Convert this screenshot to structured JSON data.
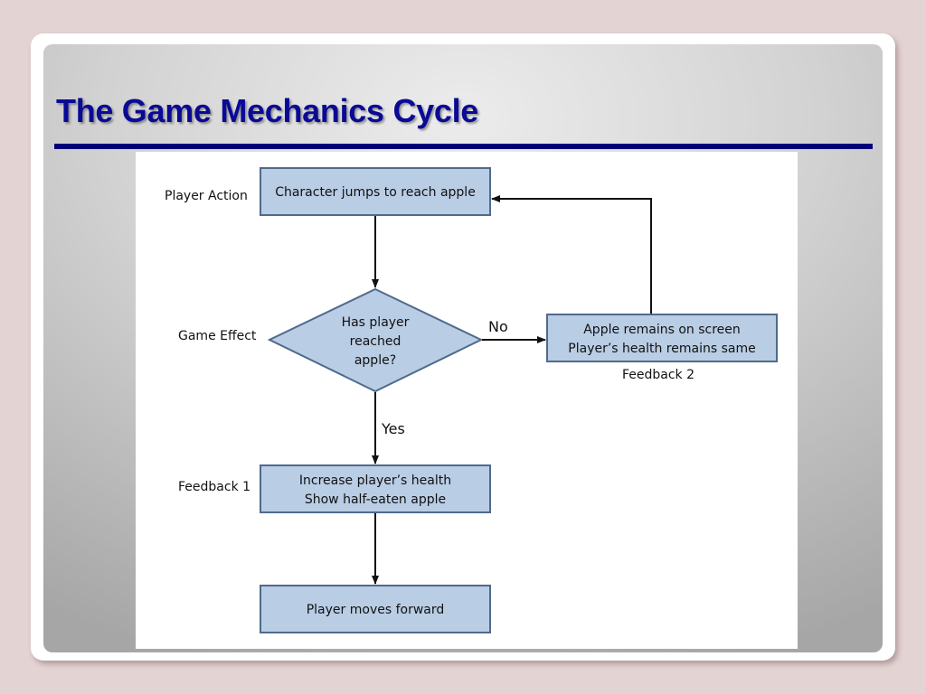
{
  "slide": {
    "title": "The Game Mechanics Cycle"
  },
  "diagram": {
    "row_labels": {
      "player_action": "Player Action",
      "game_effect": "Game Effect",
      "feedback_1": "Feedback 1"
    },
    "nodes": {
      "action": {
        "line1": "Character jumps to reach apple"
      },
      "decision": {
        "line1": "Has player",
        "line2": "reached",
        "line3": "apple?"
      },
      "feedback_no": {
        "line1": "Apple remains on screen",
        "line2": "Player’s health remains same",
        "caption": "Feedback 2"
      },
      "feedback_yes": {
        "line1": "Increase player’s health",
        "line2": "Show half-eaten apple"
      },
      "final": {
        "line1": "Player moves forward"
      }
    },
    "edge_labels": {
      "no": "No",
      "yes": "Yes"
    },
    "colors": {
      "node_fill": "#b9cde5",
      "node_border": "#4f6a8c",
      "arrow": "#111111",
      "title": "#0a0a96",
      "title_rule": "#00007a"
    }
  }
}
